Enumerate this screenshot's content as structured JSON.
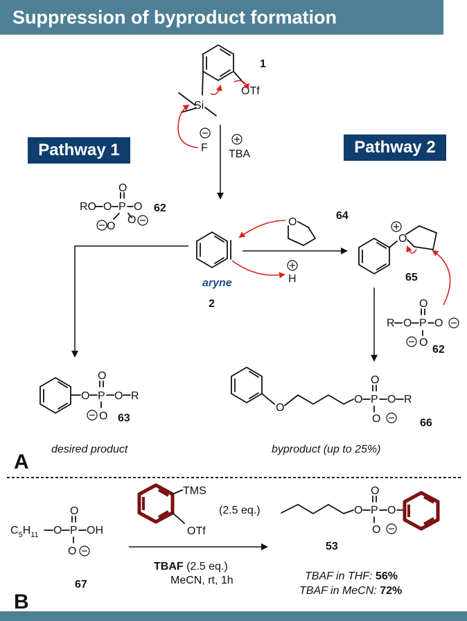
{
  "header": {
    "title": "Suppression of byproduct formation"
  },
  "pathways": {
    "p1": "Pathway 1",
    "p2": "Pathway 2"
  },
  "panel_a": {
    "label": "A",
    "cmpd1": {
      "num": "1",
      "si": "Si",
      "otf": "OTf"
    },
    "reagents": {
      "f": "F",
      "minus": "⊖",
      "plus": "⊕",
      "tba": "TBA"
    },
    "cmpd62_left": {
      "num": "62",
      "ro": "RO",
      "p": "P",
      "o": "O"
    },
    "aryne": {
      "label": "aryne",
      "num": "2"
    },
    "cmpd64": {
      "num": "64",
      "o": "O"
    },
    "proton": {
      "h": "H",
      "plus": "⊕"
    },
    "cmpd65": {
      "num": "65",
      "o": "O",
      "plus": "⊕"
    },
    "cmpd62_right": {
      "num": "62",
      "r": "R",
      "o": "O",
      "p": "P"
    },
    "cmpd63": {
      "num": "63",
      "r": "R"
    },
    "cmpd66": {
      "num": "66",
      "r": "R"
    },
    "captions": {
      "desired": "desired product",
      "byproduct": "byproduct (up to 25%)"
    }
  },
  "panel_b": {
    "label": "B",
    "cmpd67": {
      "num": "67",
      "c5h11": "C",
      "sub5": "5",
      "h": "H",
      "sub11": "11",
      "oh": "OH"
    },
    "reagent": {
      "tms": "TMS",
      "otf": "OTf",
      "eq": "(2.5 eq.)"
    },
    "conditions": {
      "tbaf": "TBAF",
      "eq": " (2.5 eq.)",
      "solvent": "MeCN, rt, 1h"
    },
    "cmpd53": {
      "num": "53"
    },
    "results": [
      {
        "label": "TBAF in THF:",
        "value": "56%"
      },
      {
        "label": "TBAF in MeCN:",
        "value": "72%"
      }
    ]
  }
}
